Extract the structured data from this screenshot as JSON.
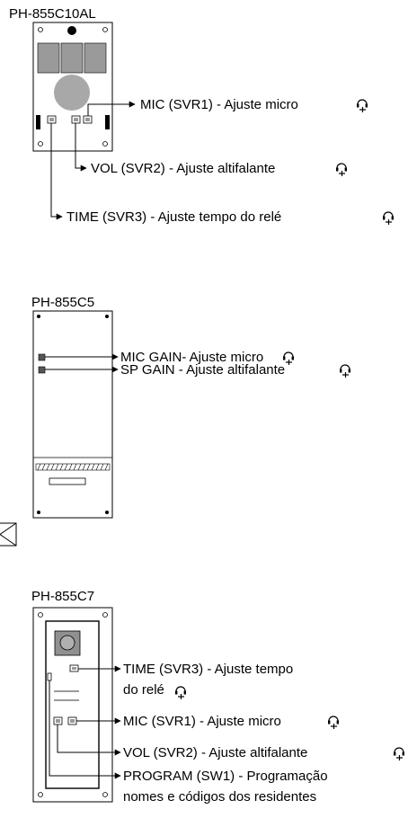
{
  "panels": [
    {
      "model": "PH-855C10AL",
      "callouts": [
        {
          "label": "MIC (SVR1) - Ajuste micro",
          "icon": "headset-icon"
        },
        {
          "label": "VOL (SVR2) - Ajuste altifalante",
          "icon": "headset-icon"
        },
        {
          "label": "TIME (SVR3) - Ajuste tempo do relé",
          "icon": "headset-icon"
        }
      ]
    },
    {
      "model": "PH-855C5",
      "callouts": [
        {
          "label": "MIC GAIN- Ajuste micro",
          "icon": "headset-icon"
        },
        {
          "label": "SP GAIN - Ajuste altifalante",
          "icon": "headset-icon"
        }
      ]
    },
    {
      "model": "PH-855C7",
      "callouts": [
        {
          "label": "TIME (SVR3) - Ajuste tempo",
          "label_line2": "do relé",
          "icon": "headset-icon"
        },
        {
          "label": "MIC (SVR1) - Ajuste micro",
          "icon": "headset-icon"
        },
        {
          "label": "VOL (SVR2) - Ajuste altifalante",
          "icon": "headset-icon"
        },
        {
          "label": "PROGRAM (SW1) - Programação",
          "label_line2": "nomes e códigos dos residentes"
        }
      ]
    }
  ],
  "colors": {
    "line": "#000000",
    "button": "#9a9a9a",
    "speaker": "#a8a8a8",
    "camera": "#909090"
  }
}
